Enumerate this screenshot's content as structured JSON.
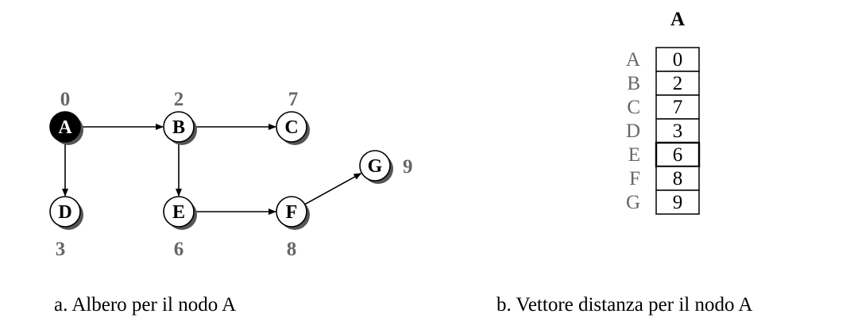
{
  "tree": {
    "caption": "a. Albero per il nodo A",
    "root": "A",
    "nodes": [
      {
        "id": "A",
        "label": "A",
        "distance": "0"
      },
      {
        "id": "B",
        "label": "B",
        "distance": "2"
      },
      {
        "id": "C",
        "label": "C",
        "distance": "7"
      },
      {
        "id": "D",
        "label": "D",
        "distance": "3"
      },
      {
        "id": "E",
        "label": "E",
        "distance": "6"
      },
      {
        "id": "F",
        "label": "F",
        "distance": "8"
      },
      {
        "id": "G",
        "label": "G",
        "distance": "9"
      }
    ],
    "edges": [
      {
        "from": "A",
        "to": "B"
      },
      {
        "from": "B",
        "to": "C"
      },
      {
        "from": "A",
        "to": "D"
      },
      {
        "from": "B",
        "to": "E"
      },
      {
        "from": "E",
        "to": "F"
      },
      {
        "from": "F",
        "to": "G"
      }
    ]
  },
  "vector": {
    "caption": "b. Vettore distanza per il nodo A",
    "column_header": "A",
    "rows": [
      {
        "node": "A",
        "value": "0"
      },
      {
        "node": "B",
        "value": "2"
      },
      {
        "node": "C",
        "value": "7"
      },
      {
        "node": "D",
        "value": "3"
      },
      {
        "node": "E",
        "value": "6"
      },
      {
        "node": "F",
        "value": "8"
      },
      {
        "node": "G",
        "value": "9"
      }
    ]
  },
  "colors": {
    "root_fill": "#000000",
    "node_fill": "#ffffff",
    "shadow": "#555555",
    "stroke": "#000000",
    "label_gray": "#666666",
    "text": "#000000"
  }
}
